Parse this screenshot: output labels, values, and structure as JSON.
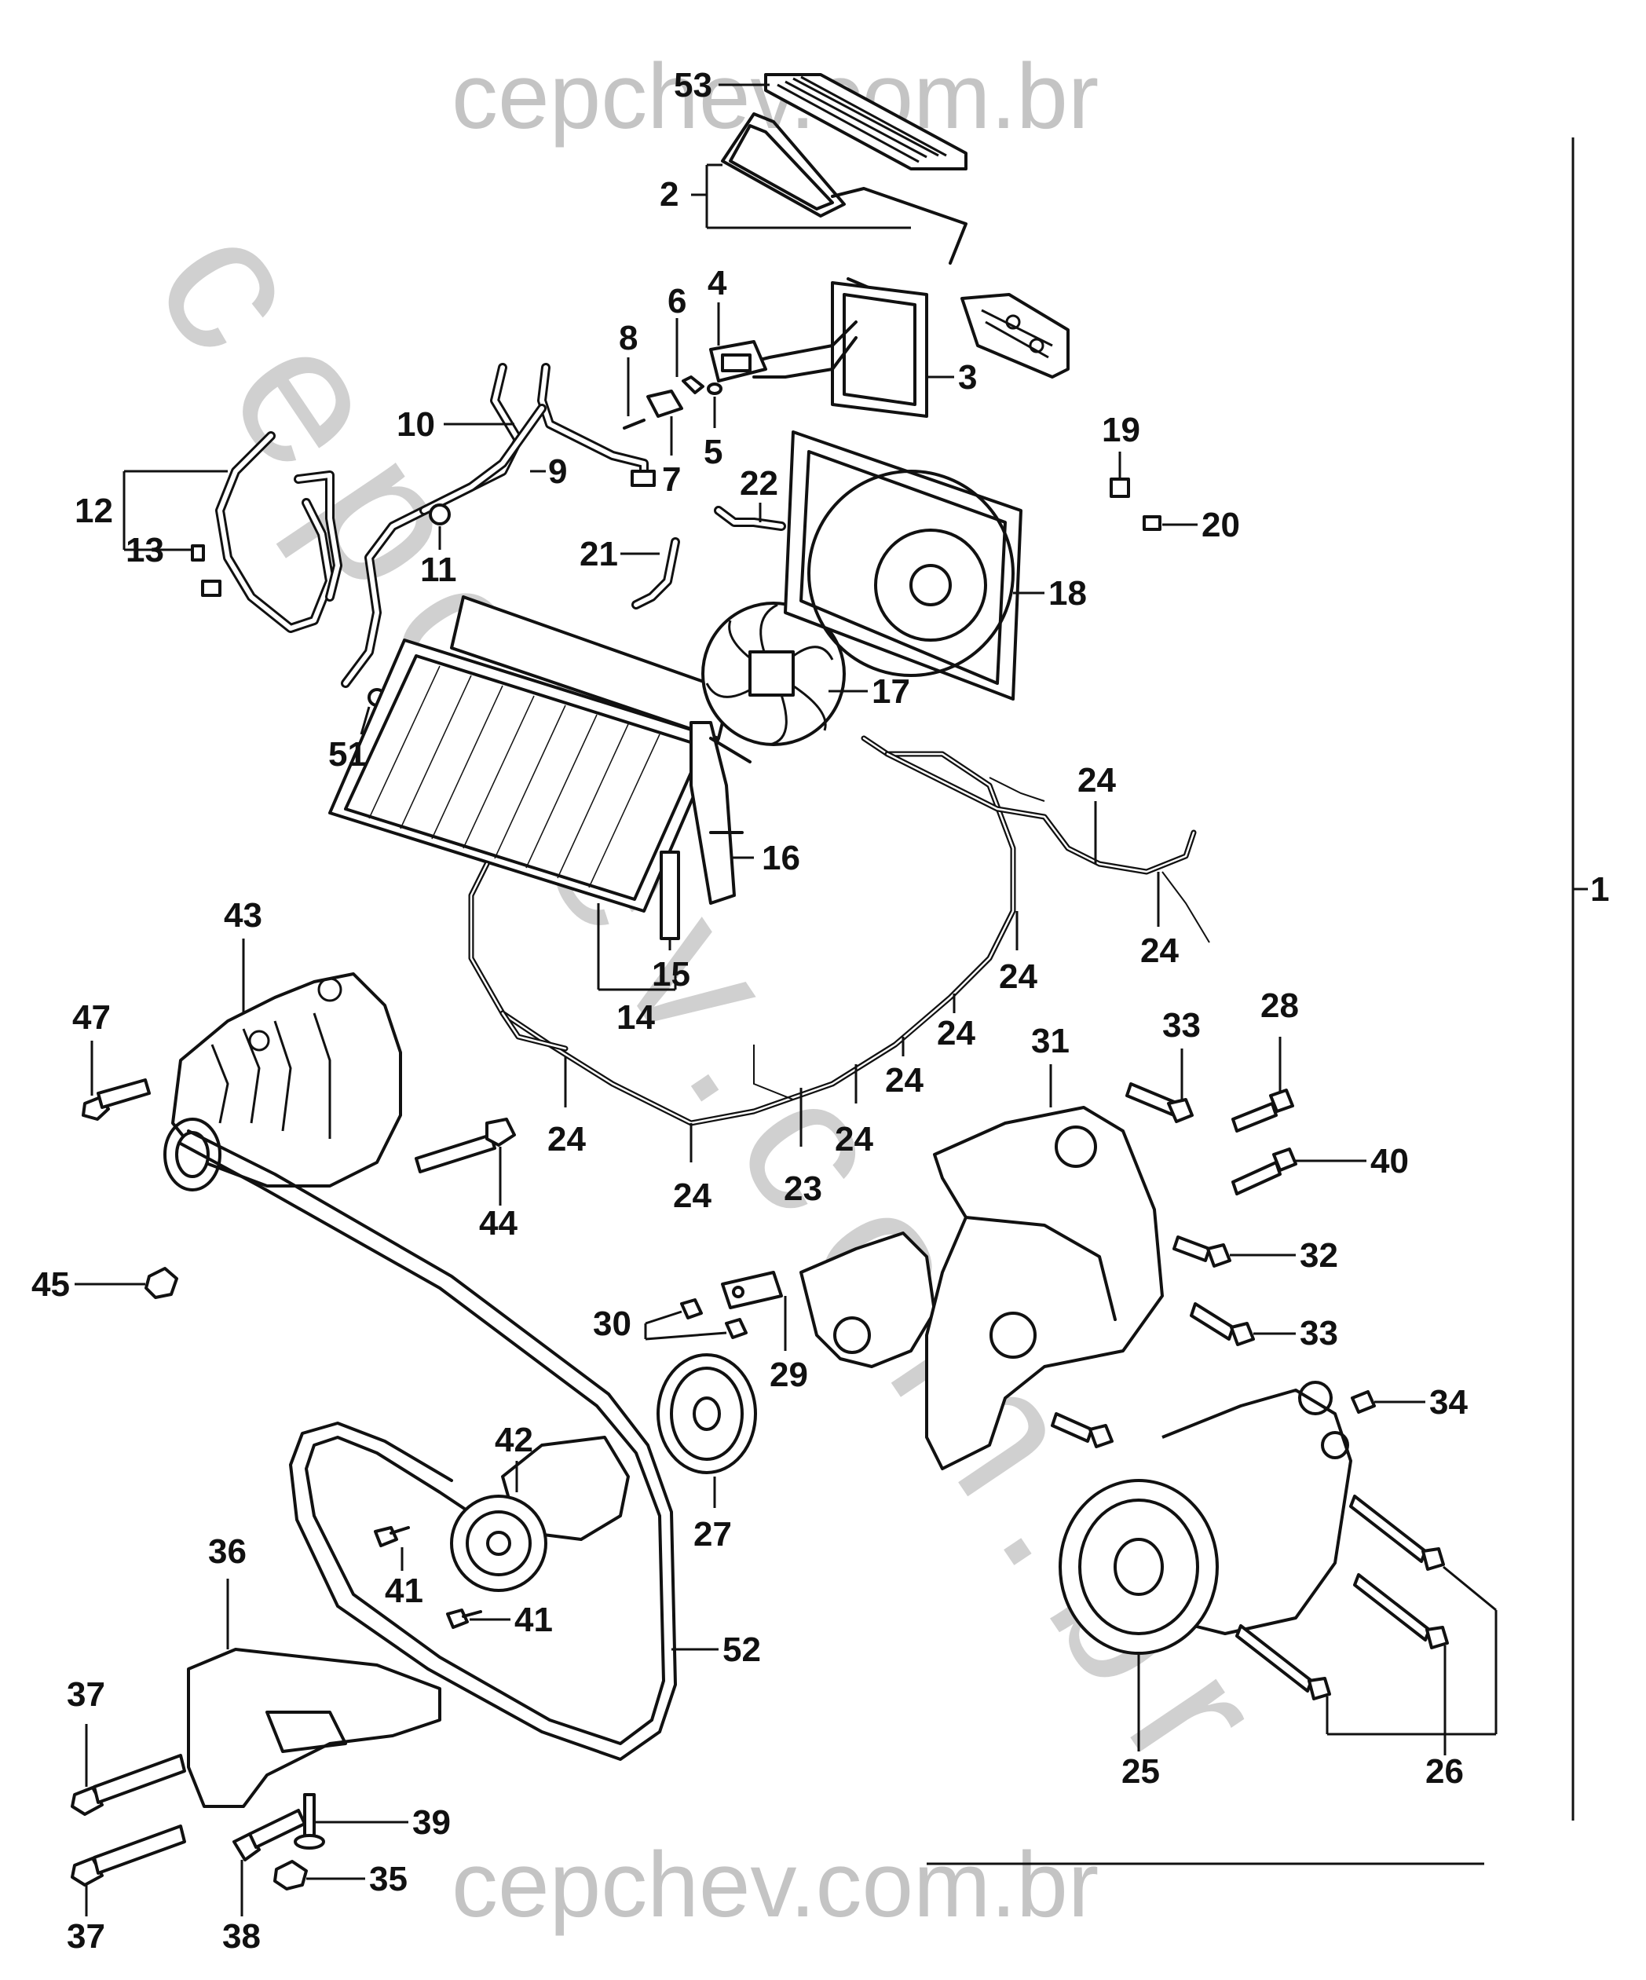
{
  "watermark": {
    "text": "cepchev.com.br",
    "color": "#c4c4c4"
  },
  "callouts": {
    "n1": "1",
    "n2": "2",
    "n3": "3",
    "n4": "4",
    "n5": "5",
    "n6": "6",
    "n7": "7",
    "n8": "8",
    "n9": "9",
    "n10": "10",
    "n11": "11",
    "n12": "12",
    "n13": "13",
    "n14": "14",
    "n15": "15",
    "n16": "16",
    "n17": "17",
    "n18": "18",
    "n19": "19",
    "n20": "20",
    "n21": "21",
    "n22": "22",
    "n23": "23",
    "n24": "24",
    "n25": "25",
    "n26": "26",
    "n27": "27",
    "n28": "28",
    "n29": "29",
    "n30": "30",
    "n31": "31",
    "n32": "32",
    "n33": "33",
    "n34": "34",
    "n35": "35",
    "n36": "36",
    "n37": "37",
    "n38": "38",
    "n39": "39",
    "n40": "40",
    "n41": "41",
    "n42": "42",
    "n43": "43",
    "n44": "44",
    "n45": "45",
    "n47": "47",
    "n51": "51",
    "n52": "52",
    "n53": "53"
  }
}
